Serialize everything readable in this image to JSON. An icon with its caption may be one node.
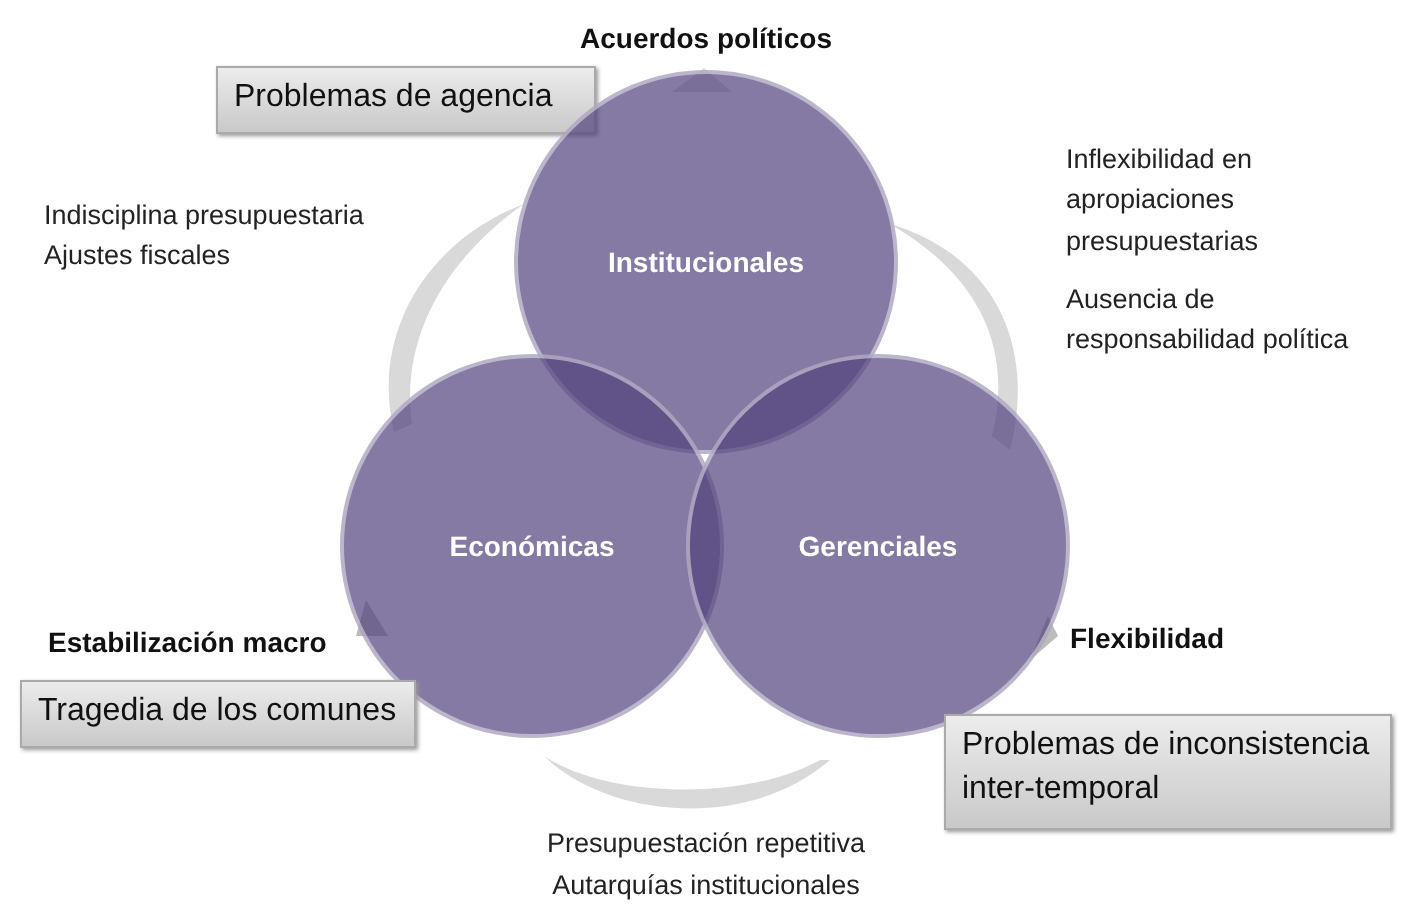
{
  "diagram": {
    "nodes": [
      {
        "text": [
          "Problemas de agencia"
        ]
      },
      {
        "text": [
          "Institucionales"
        ]
      },
      {
        "text": [
          "Económicas"
        ]
      },
      {
        "text": [
          "Gerenciales"
        ]
      },
      {
        "text": [
          "Tragedia de los comunes"
        ]
      },
      {
        "text": [
          "Problemas de inconsistencia inter-temporal"
        ]
      }
    ],
    "labels": [
      "Acuerdos políticos",
      "Indisciplina presupuestaria",
      "Ajustes fiscales",
      "Inflexibilidad en apropiaciones presupuestarias",
      "Ausencia de responsabilidad política",
      "Estabilización macro",
      "Flexibilidad",
      "Presupuestación repetitiva",
      "Autarquías institucionales"
    ]
  }
}
